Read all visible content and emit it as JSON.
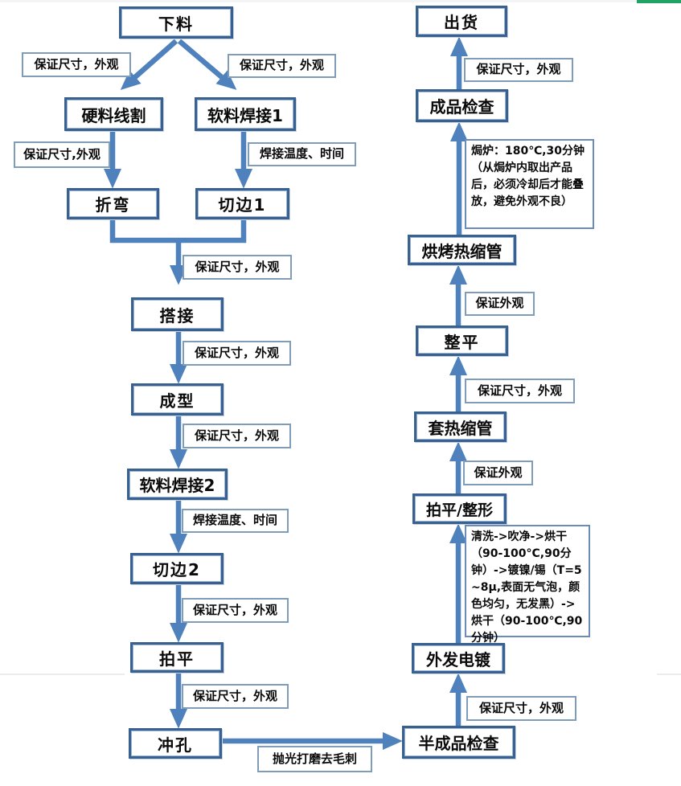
{
  "colors": {
    "arrow": "#4f81bd",
    "process_border": "#38618f",
    "label_border": "#7f9db9",
    "top_bar_green": "#21a366",
    "top_bar_gray": "#f3f4f5"
  },
  "process": {
    "blanking": "下料",
    "hard_wire_cutting": "硬料线割",
    "soft_welding_1": "软料焊接1",
    "bending": "折弯",
    "trimming_1": "切边1",
    "lap_joint": "搭接",
    "forming": "成型",
    "soft_welding_2": "软料焊接2",
    "trimming_2": "切边2",
    "flattening": "拍平",
    "punching": "冲孔",
    "semi_finished_inspection": "半成品检查",
    "outsourced_plating": "外发电镀",
    "flatten_reshape": "拍平/整形",
    "sleeve_heat_shrink_tube": "套热缩管",
    "leveling": "整平",
    "bake_heat_shrink_tube": "烘烤热缩管",
    "finished_inspection": "成品检查",
    "shipment": "出货"
  },
  "edge_labels": {
    "blanking_to_hard": "保证尺寸，外观",
    "blanking_to_soft": "保证尺寸，外观",
    "hard_to_bending": "保证尺寸,外观",
    "soft1_to_trim1": "焊接温度、时间",
    "merge_to_lap": "保证尺寸，外观",
    "lap_to_forming": "保证尺寸，外观",
    "forming_to_weld2": "保证尺寸，外观",
    "weld2_to_trim2": "焊接温度、时间",
    "trim2_to_flatten": "保证尺寸，外观",
    "flatten_to_punch": "保证尺寸，外观",
    "punch_to_semi": "抛光打磨去毛刺",
    "semi_to_plating": "保证尺寸，外观",
    "reshape_to_sleeve": "保证外观",
    "sleeve_to_leveling": "保证尺寸，外观",
    "leveling_to_bake": "保证外观",
    "inspection_to_shipment": "保证尺寸，外观"
  },
  "notes": {
    "plating_process": "清洗->吹净->烘干（90-100°C,90分钟）->镀镍/锡（T=5~8μ,表面无气泡，颜色均匀，无发黑）->烘干（90-100℃,90分钟）",
    "bake_oven": "焗炉：180℃,30分钟（从焗炉内取出产品后，必须冷却后才能叠放，避免外观不良）"
  }
}
